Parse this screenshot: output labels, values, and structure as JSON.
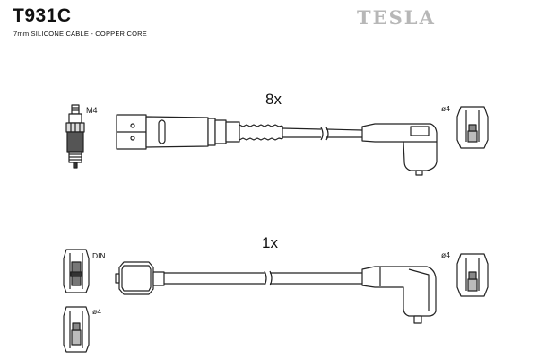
{
  "header": {
    "part_number": "T931C",
    "description": "7mm SILICONE CABLE - COPPER CORE",
    "brand": "TESLA"
  },
  "lead_set_a": {
    "quantity": "8x",
    "left_terminal_label": "M4",
    "right_terminal_label": "ø4"
  },
  "lead_set_b": {
    "quantity": "1x",
    "left_top_terminal_label": "DIN",
    "left_bottom_terminal_label": "ø4",
    "right_terminal_label": "ø4"
  }
}
